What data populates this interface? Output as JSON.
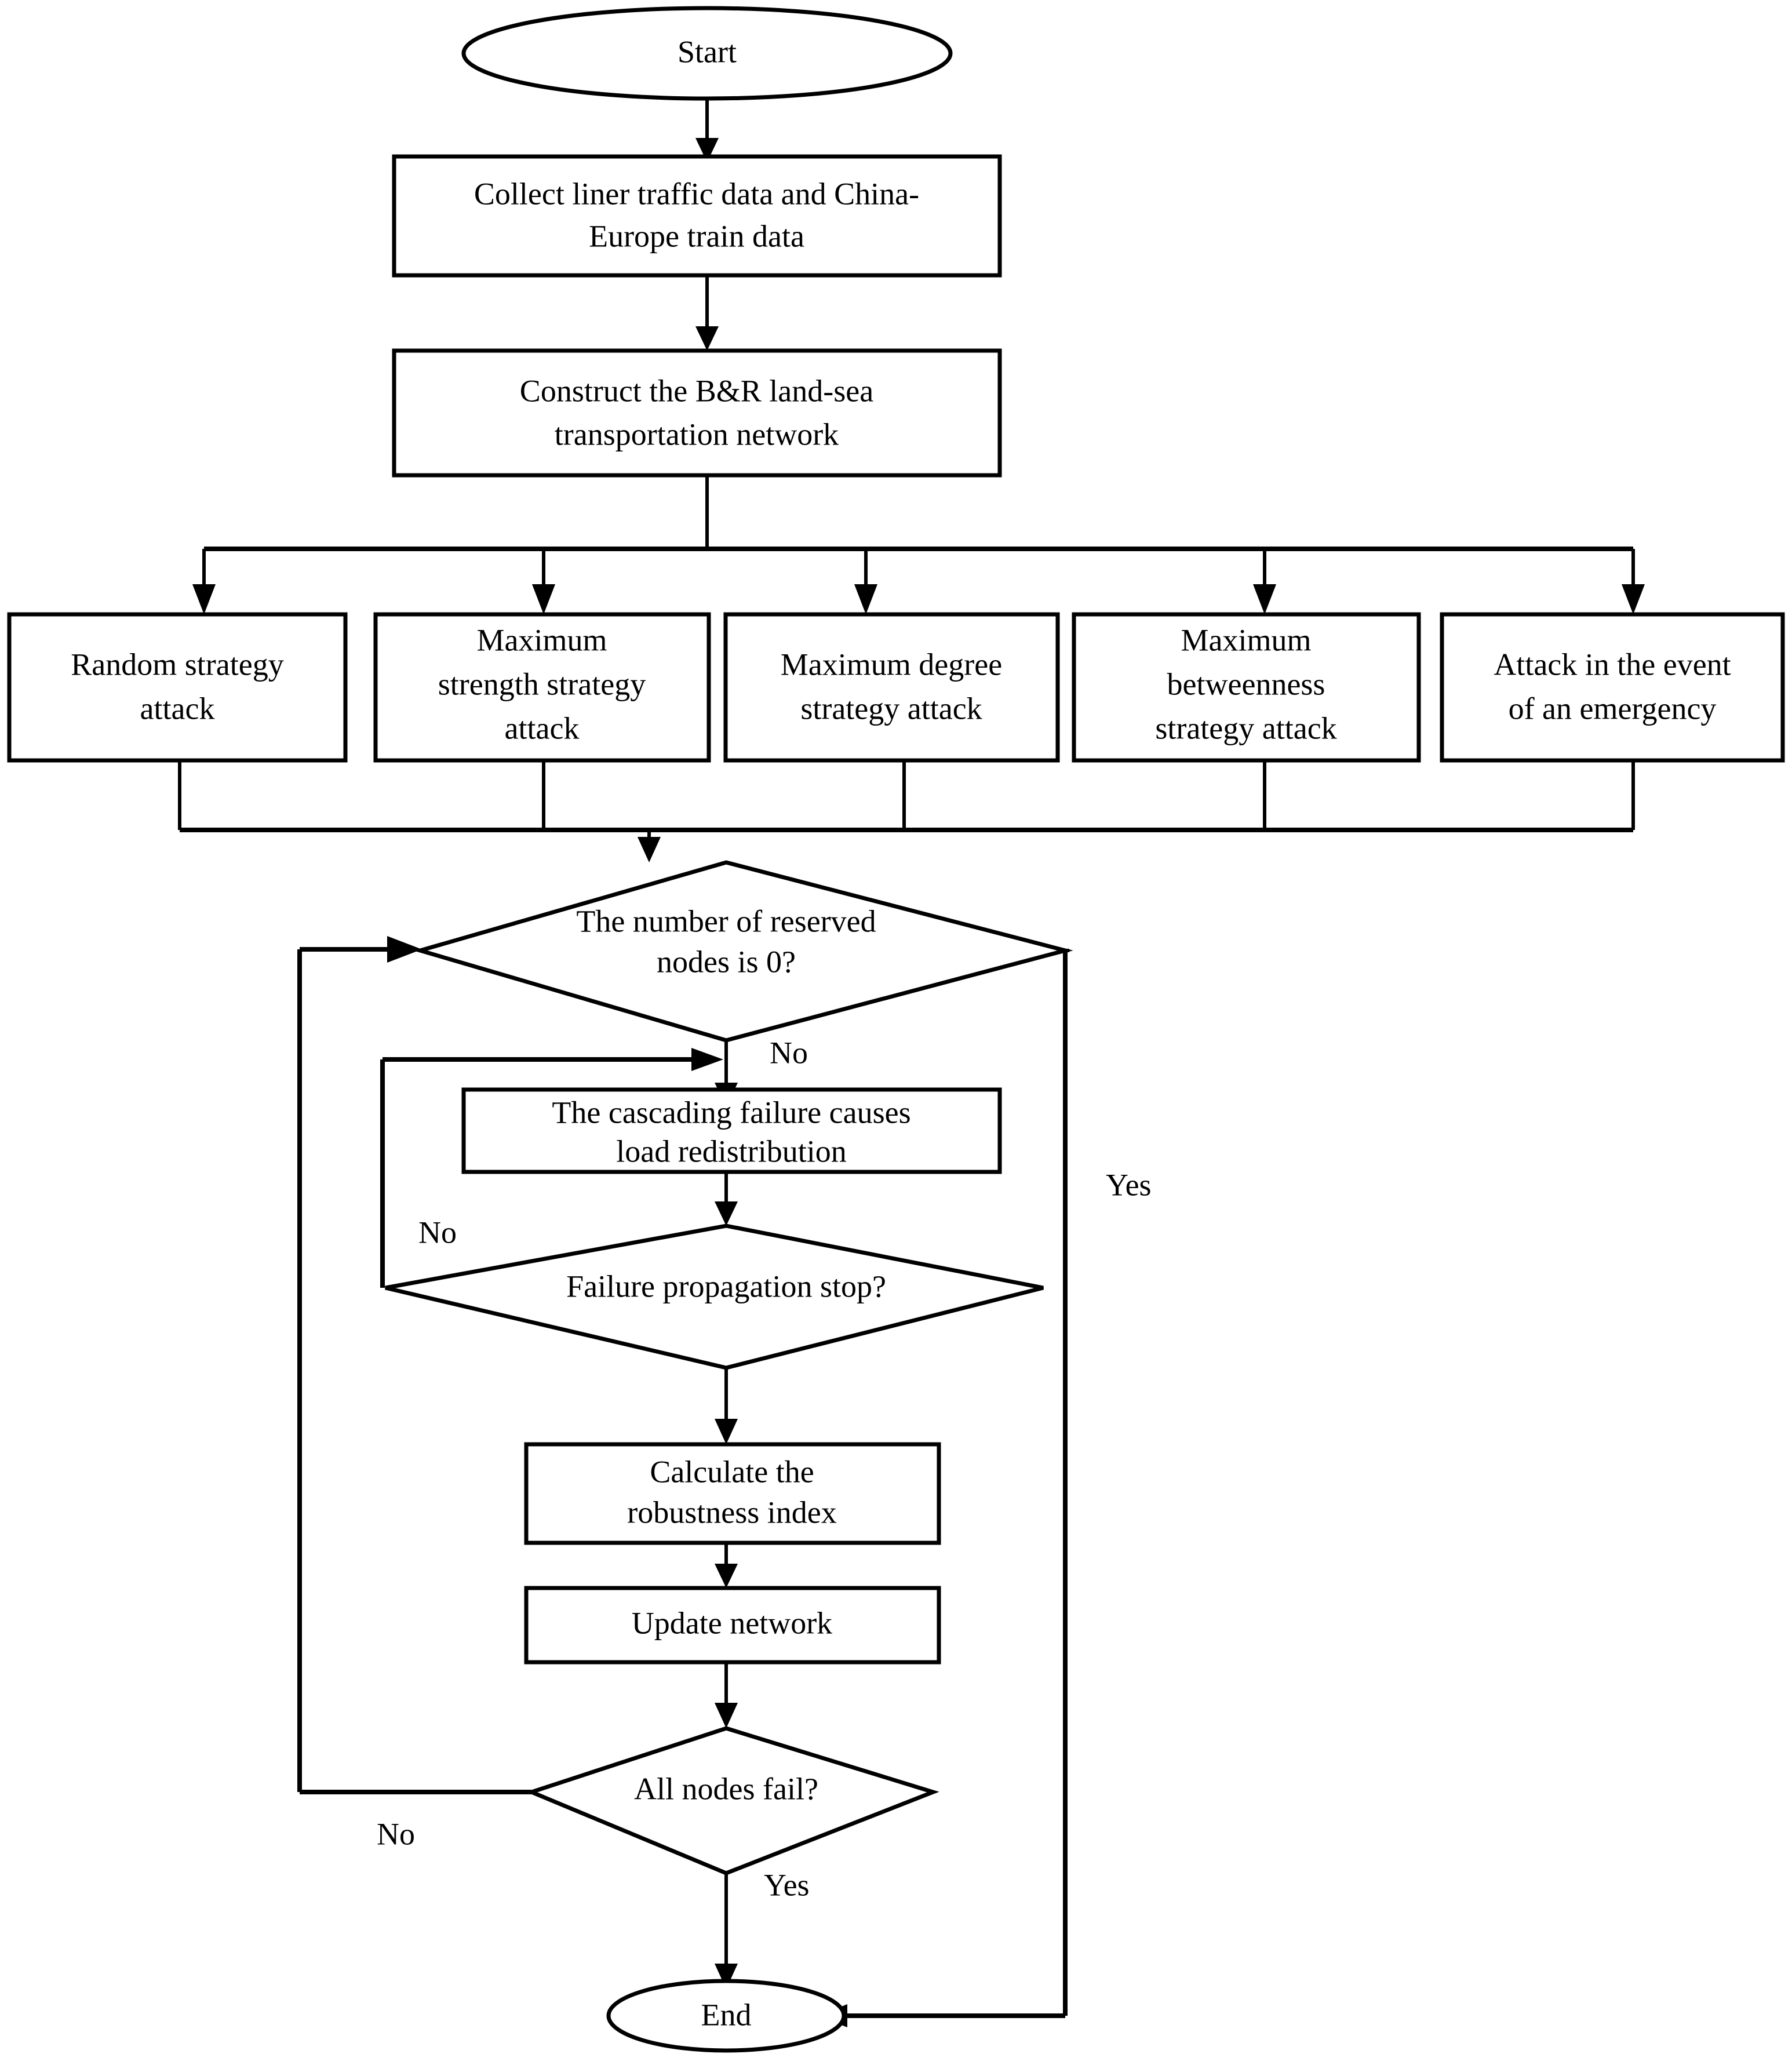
{
  "chart_data": {
    "type": "diagram",
    "diagram_kind": "flowchart",
    "title": "",
    "orientation": "top-to-bottom",
    "nodes": [
      {
        "id": "start",
        "shape": "ellipse",
        "label": "Start"
      },
      {
        "id": "collect",
        "shape": "rectangle",
        "label": "Collect liner traffic data and China-Europe train data",
        "lines": [
          "Collect liner traffic data and China-",
          "Europe train data"
        ]
      },
      {
        "id": "construct",
        "shape": "rectangle",
        "label": "Construct the B&R land-sea transportation network",
        "lines": [
          "Construct the B&R land-sea",
          "transportation network"
        ]
      },
      {
        "id": "attack1",
        "shape": "rectangle",
        "label": "Random strategy attack",
        "lines": [
          "Random strategy",
          "attack"
        ]
      },
      {
        "id": "attack2",
        "shape": "rectangle",
        "label": "Maximum strength strategy attack",
        "lines": [
          "Maximum",
          "strength strategy",
          "attack"
        ]
      },
      {
        "id": "attack3",
        "shape": "rectangle",
        "label": "Maximum degree strategy attack",
        "lines": [
          "Maximum degree",
          "strategy attack"
        ]
      },
      {
        "id": "attack4",
        "shape": "rectangle",
        "label": "Maximum betweenness strategy attack",
        "lines": [
          "Maximum",
          "betweenness",
          "strategy attack"
        ]
      },
      {
        "id": "attack5",
        "shape": "rectangle",
        "label": "Attack in the event of an emergency",
        "lines": [
          "Attack in the event",
          "of an emergency"
        ]
      },
      {
        "id": "reserved",
        "shape": "diamond",
        "label": "The number of reserved nodes is 0?",
        "lines": [
          "The number of reserved",
          "nodes is 0?"
        ]
      },
      {
        "id": "cascading",
        "shape": "rectangle",
        "label": "The cascading failure causes load redistribution",
        "lines": [
          "The cascading failure causes",
          "load redistribution"
        ]
      },
      {
        "id": "propagation",
        "shape": "diamond",
        "label": "Failure propagation stop?",
        "lines": [
          "Failure propagation stop?"
        ]
      },
      {
        "id": "robustness",
        "shape": "rectangle",
        "label": "Calculate the robustness index",
        "lines": [
          "Calculate the",
          "robustness index"
        ]
      },
      {
        "id": "update",
        "shape": "rectangle",
        "label": "Update network",
        "lines": [
          "Update network"
        ]
      },
      {
        "id": "allfail",
        "shape": "diamond",
        "label": "All nodes fail?",
        "lines": [
          "All nodes fail?"
        ]
      },
      {
        "id": "end",
        "shape": "ellipse",
        "label": "End"
      }
    ],
    "edges": [
      {
        "from": "start",
        "to": "collect",
        "label": ""
      },
      {
        "from": "collect",
        "to": "construct",
        "label": ""
      },
      {
        "from": "construct",
        "to": "attack1",
        "label": ""
      },
      {
        "from": "construct",
        "to": "attack2",
        "label": ""
      },
      {
        "from": "construct",
        "to": "attack3",
        "label": ""
      },
      {
        "from": "construct",
        "to": "attack4",
        "label": ""
      },
      {
        "from": "construct",
        "to": "attack5",
        "label": ""
      },
      {
        "from": "attack1",
        "to": "reserved",
        "label": ""
      },
      {
        "from": "attack2",
        "to": "reserved",
        "label": ""
      },
      {
        "from": "attack3",
        "to": "reserved",
        "label": ""
      },
      {
        "from": "attack4",
        "to": "reserved",
        "label": ""
      },
      {
        "from": "attack5",
        "to": "reserved",
        "label": ""
      },
      {
        "from": "reserved",
        "to": "cascading",
        "label": "No"
      },
      {
        "from": "reserved",
        "to": "end",
        "label": "Yes"
      },
      {
        "from": "cascading",
        "to": "propagation",
        "label": ""
      },
      {
        "from": "propagation",
        "to": "cascading",
        "label": "No"
      },
      {
        "from": "propagation",
        "to": "robustness",
        "label": ""
      },
      {
        "from": "robustness",
        "to": "update",
        "label": ""
      },
      {
        "from": "update",
        "to": "allfail",
        "label": ""
      },
      {
        "from": "allfail",
        "to": "reserved",
        "label": "No"
      },
      {
        "from": "allfail",
        "to": "end",
        "label": "Yes"
      }
    ],
    "edge_labels": [
      "No",
      "Yes",
      "No",
      "No",
      "Yes"
    ],
    "colors": {
      "stroke": "#000000",
      "fill": "#ffffff",
      "text": "#000000",
      "background": "#ffffff"
    }
  },
  "labels": {
    "start": "Start",
    "collect_l1": "Collect liner traffic data and China-",
    "collect_l2": "Europe train data",
    "construct_l1": "Construct the B&R land-sea",
    "construct_l2": "transportation network",
    "attack1_l1": "Random strategy",
    "attack1_l2": "attack",
    "attack2_l1": "Maximum",
    "attack2_l2": "strength strategy",
    "attack2_l3": "attack",
    "attack3_l1": "Maximum degree",
    "attack3_l2": "strategy attack",
    "attack4_l1": "Maximum",
    "attack4_l2": "betweenness",
    "attack4_l3": "strategy attack",
    "attack5_l1": "Attack in the event",
    "attack5_l2": "of an emergency",
    "reserved_l1": "The number of reserved",
    "reserved_l2": "nodes is 0?",
    "cascading_l1": "The cascading failure causes",
    "cascading_l2": "load redistribution",
    "propagation_l1": "Failure propagation stop?",
    "robustness_l1": "Calculate the",
    "robustness_l2": "robustness index",
    "update_l1": "Update network",
    "allfail_l1": "All nodes fail?",
    "end": "End",
    "no_reserved": "No",
    "yes_reserved": "Yes",
    "no_propagation": "No",
    "no_allfail": "No",
    "yes_allfail": "Yes"
  }
}
